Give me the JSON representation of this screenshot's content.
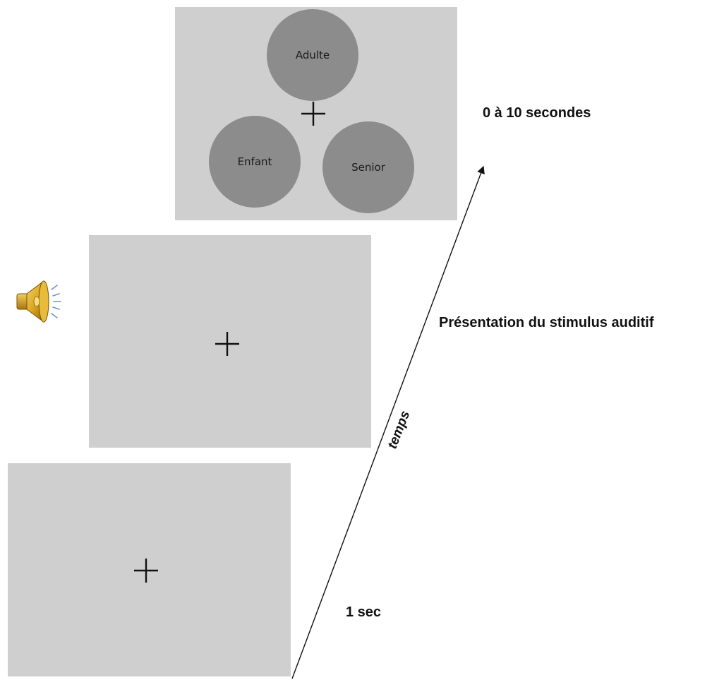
{
  "screens": {
    "response": {
      "options": [
        "Adulte",
        "Enfant",
        "Senior"
      ],
      "fixation": "+"
    },
    "stimulus": {
      "fixation": "+"
    },
    "start": {
      "fixation": "+"
    }
  },
  "labels": {
    "response_duration": "0 à 10 secondes",
    "stimulus_presentation": "Présentation du stimulus auditif",
    "start_duration": "1 sec"
  },
  "axis": {
    "label": "temps"
  },
  "icons": {
    "speaker": "speaker-icon"
  },
  "colors": {
    "screen": "#cfcfcf",
    "circle": "#8c8c8c",
    "speaker_body": "#d9a520"
  }
}
